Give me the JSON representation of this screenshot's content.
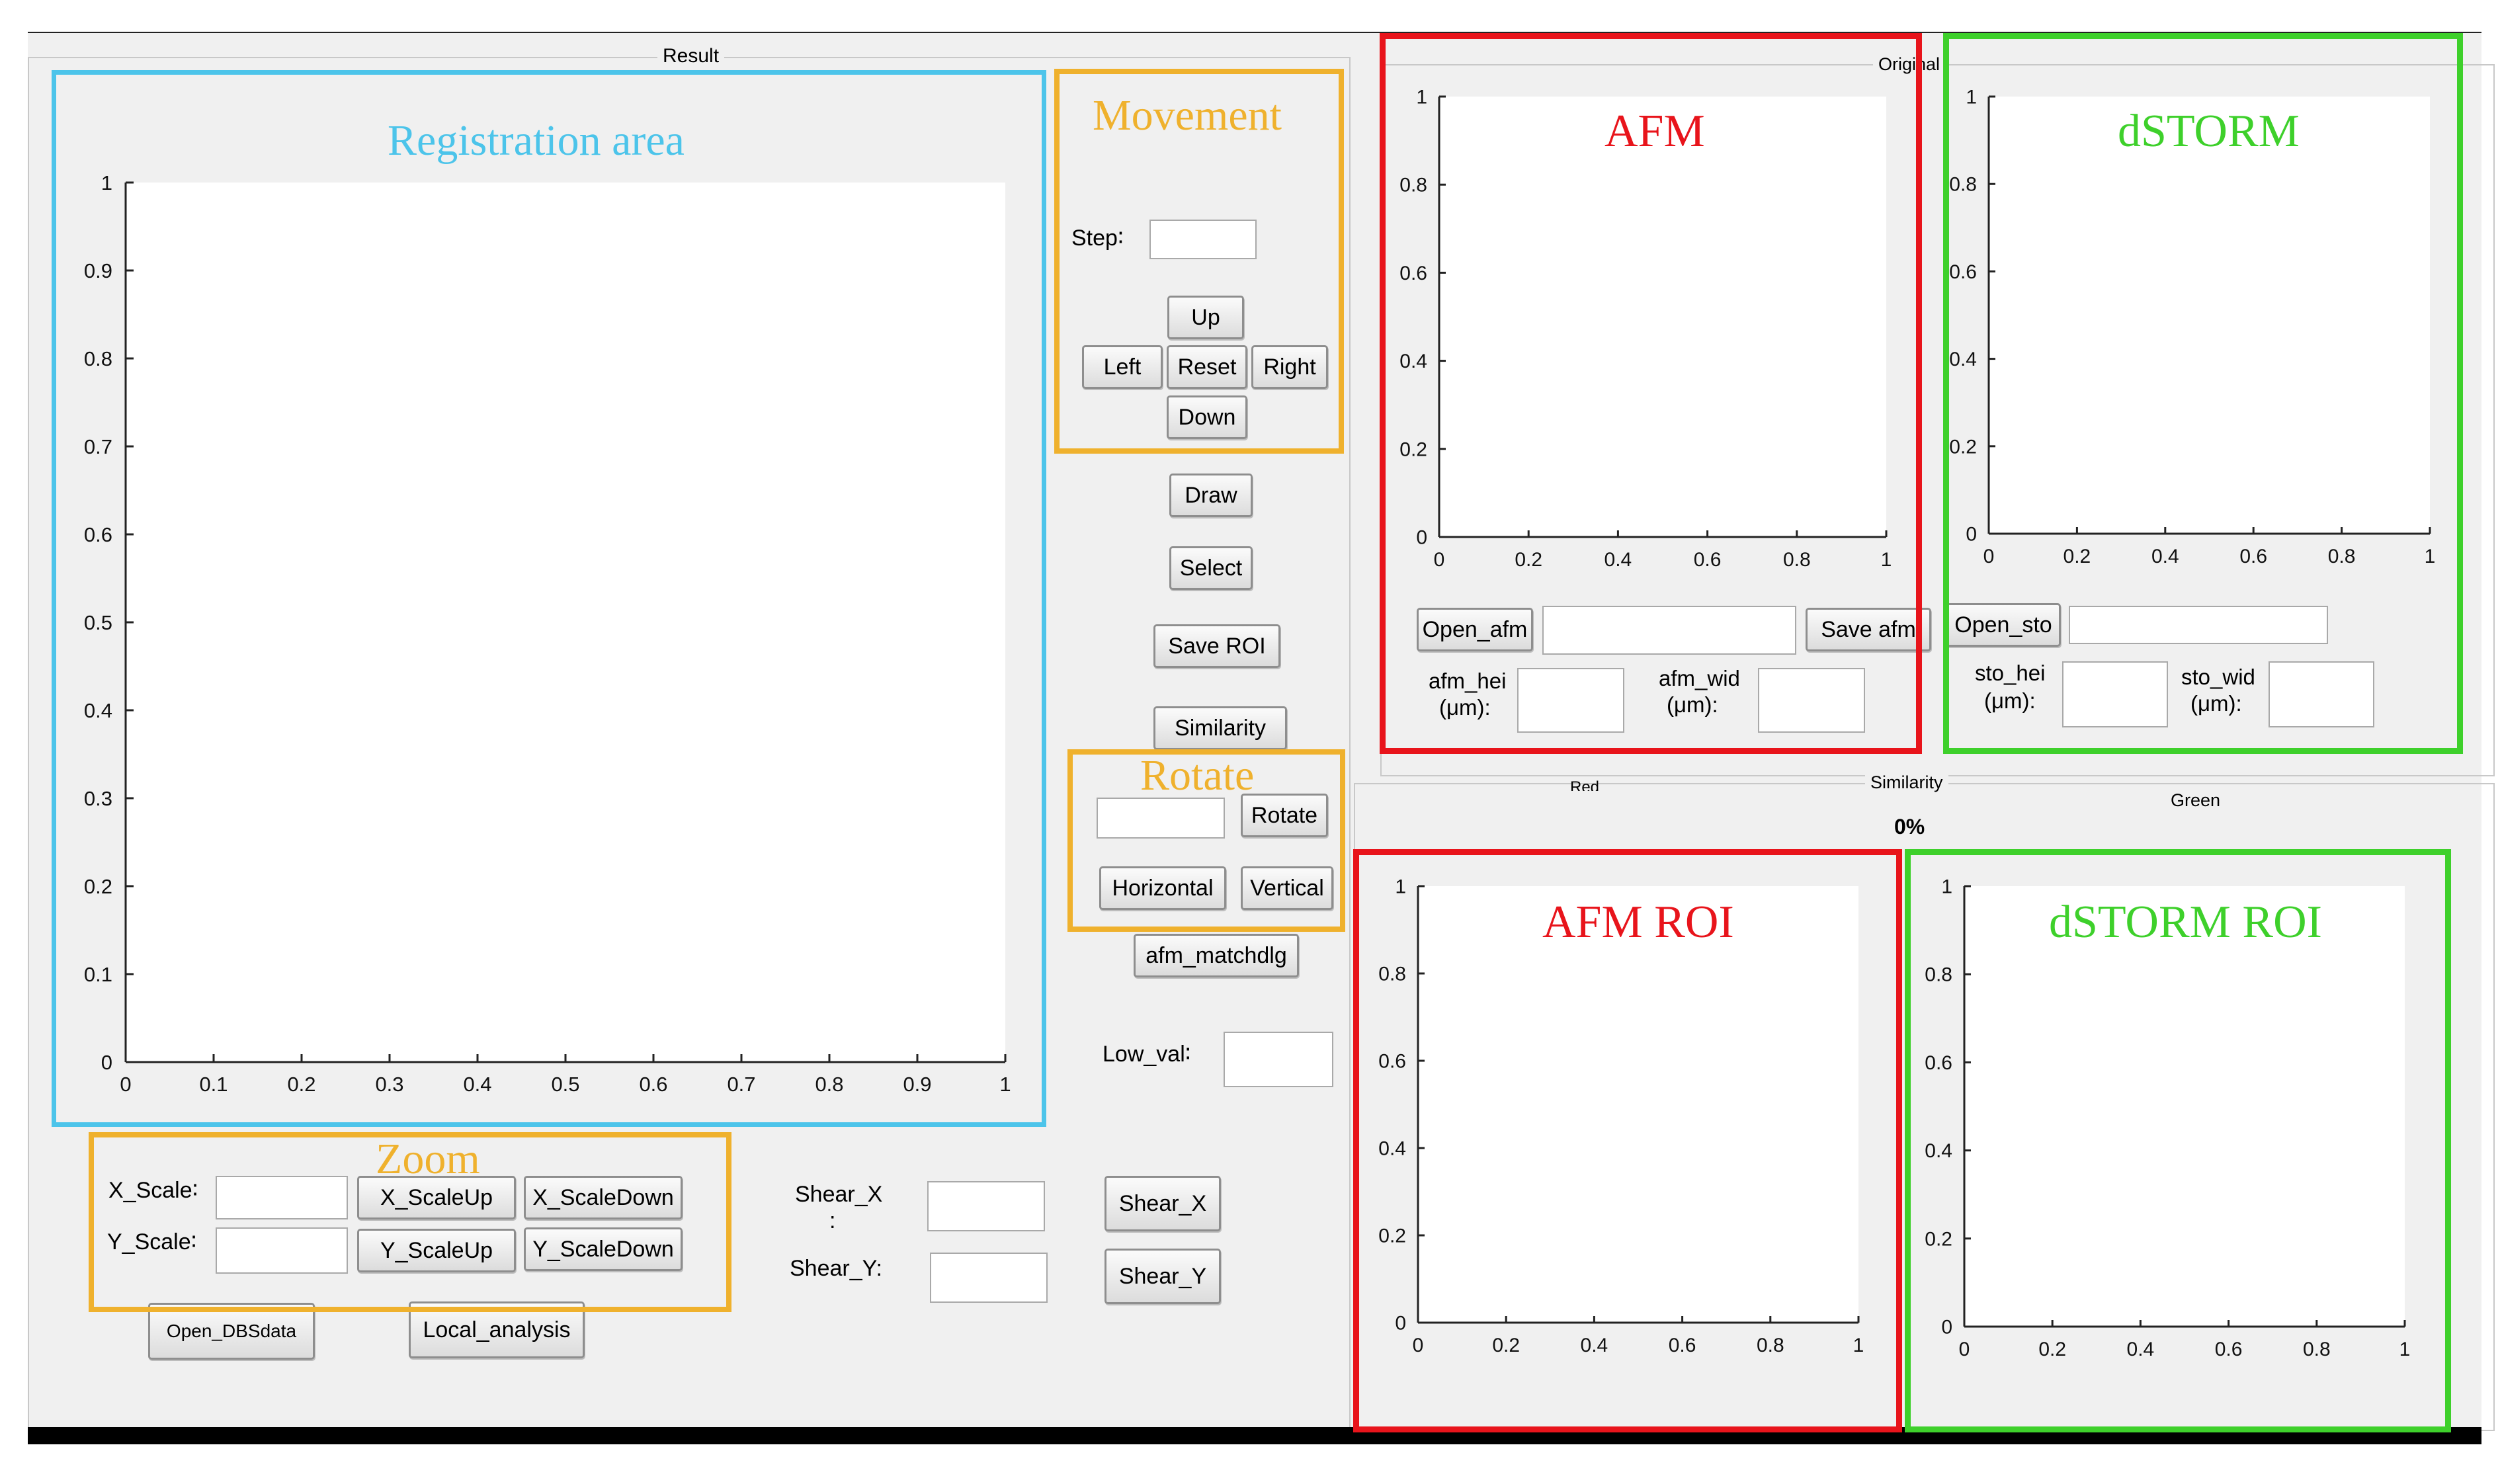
{
  "colors": {
    "blue": "#4cc4ea",
    "orange": "#efb12d",
    "red": "#e8141b",
    "green": "#3ed02b",
    "panel_bg": "#f0f0f0"
  },
  "panels": {
    "result": "Result",
    "original": "Original",
    "similarity": "Similarity",
    "red_sub": "Red",
    "green_sub": "Green",
    "similarity_value": "0%"
  },
  "movement": {
    "step_label": "Step∶",
    "up": "Up",
    "left": "Left",
    "reset": "Reset",
    "right": "Right",
    "down": "Down"
  },
  "actions": {
    "draw": "Draw",
    "select": "Select",
    "save_roi": "Save ROI",
    "similarity": "Similarity",
    "afm_matchdlg": "afm_matchdlg",
    "low_val_label": "Low_val∶"
  },
  "rotate": {
    "rotate": "Rotate",
    "horizontal": "Horizontal",
    "vertical": "Vertical"
  },
  "zoom": {
    "x_scale_label": "X_Scale∶",
    "y_scale_label": "Y_Scale∶",
    "x_scaleup": "X_ScaleUp",
    "x_scaledown": "X_ScaleDown",
    "y_scaleup": "Y_ScaleUp",
    "y_scaledown": "Y_ScaleDown"
  },
  "shear": {
    "shear_x_label": "Shear_X",
    "shear_x_colon": ":",
    "shear_y_label": "Shear_Y:",
    "shear_x_btn": "Shear_X",
    "shear_y_btn": "Shear_Y"
  },
  "bottom_buttons": {
    "open_dbsdata": "Open_DBSdata",
    "local_analysis": "Local_analysis"
  },
  "afm": {
    "open": "Open_afm",
    "save": "Save afm",
    "hei_label_1": "afm_hei",
    "hei_label_2": "(μm):",
    "wid_label_1": "afm_wid",
    "wid_label_2": "(μm):"
  },
  "sto": {
    "open": "Open_sto",
    "hei_label_1": "sto_hei",
    "hei_label_2": "(μm):",
    "wid_label_1": "sto_wid",
    "wid_label_2": "(μm):"
  },
  "highlights": {
    "registration": "Registration area",
    "movement": "Movement",
    "rotate": "Rotate",
    "zoom": "Zoom",
    "afm": "AFM",
    "dstorm": "dSTORM",
    "afm_roi": "AFM ROI",
    "dstorm_roi": "dSTORM ROI"
  },
  "chart_data": [
    {
      "type": "scatter",
      "name": "registration-axes",
      "xlim": [
        0,
        1
      ],
      "ylim": [
        0,
        1
      ],
      "xticks": [
        "0",
        "0.1",
        "0.2",
        "0.3",
        "0.4",
        "0.5",
        "0.6",
        "0.7",
        "0.8",
        "0.9",
        "1"
      ],
      "yticks": [
        "0",
        "0.1",
        "0.2",
        "0.3",
        "0.4",
        "0.5",
        "0.6",
        "0.7",
        "0.8",
        "0.9",
        "1"
      ],
      "series": []
    },
    {
      "type": "scatter",
      "name": "afm-axes",
      "xlim": [
        0,
        1
      ],
      "ylim": [
        0,
        1
      ],
      "xticks": [
        "0",
        "0.2",
        "0.4",
        "0.6",
        "0.8",
        "1"
      ],
      "yticks": [
        "0",
        "0.2",
        "0.4",
        "0.6",
        "0.8",
        "1"
      ],
      "series": []
    },
    {
      "type": "scatter",
      "name": "dstorm-axes",
      "xlim": [
        0,
        1
      ],
      "ylim": [
        0,
        1
      ],
      "xticks": [
        "0",
        "0.2",
        "0.4",
        "0.6",
        "0.8",
        "1"
      ],
      "yticks": [
        "0",
        "0.2",
        "0.4",
        "0.6",
        "0.8",
        "1"
      ],
      "series": []
    },
    {
      "type": "scatter",
      "name": "afm-roi-axes",
      "xlim": [
        0,
        1
      ],
      "ylim": [
        0,
        1
      ],
      "xticks": [
        "0",
        "0.2",
        "0.4",
        "0.6",
        "0.8",
        "1"
      ],
      "yticks": [
        "0",
        "0.2",
        "0.4",
        "0.6",
        "0.8",
        "1"
      ],
      "series": []
    },
    {
      "type": "scatter",
      "name": "dstorm-roi-axes",
      "xlim": [
        0,
        1
      ],
      "ylim": [
        0,
        1
      ],
      "xticks": [
        "0",
        "0.2",
        "0.4",
        "0.6",
        "0.8",
        "1"
      ],
      "yticks": [
        "0",
        "0.2",
        "0.4",
        "0.6",
        "0.8",
        "1"
      ],
      "series": []
    }
  ]
}
